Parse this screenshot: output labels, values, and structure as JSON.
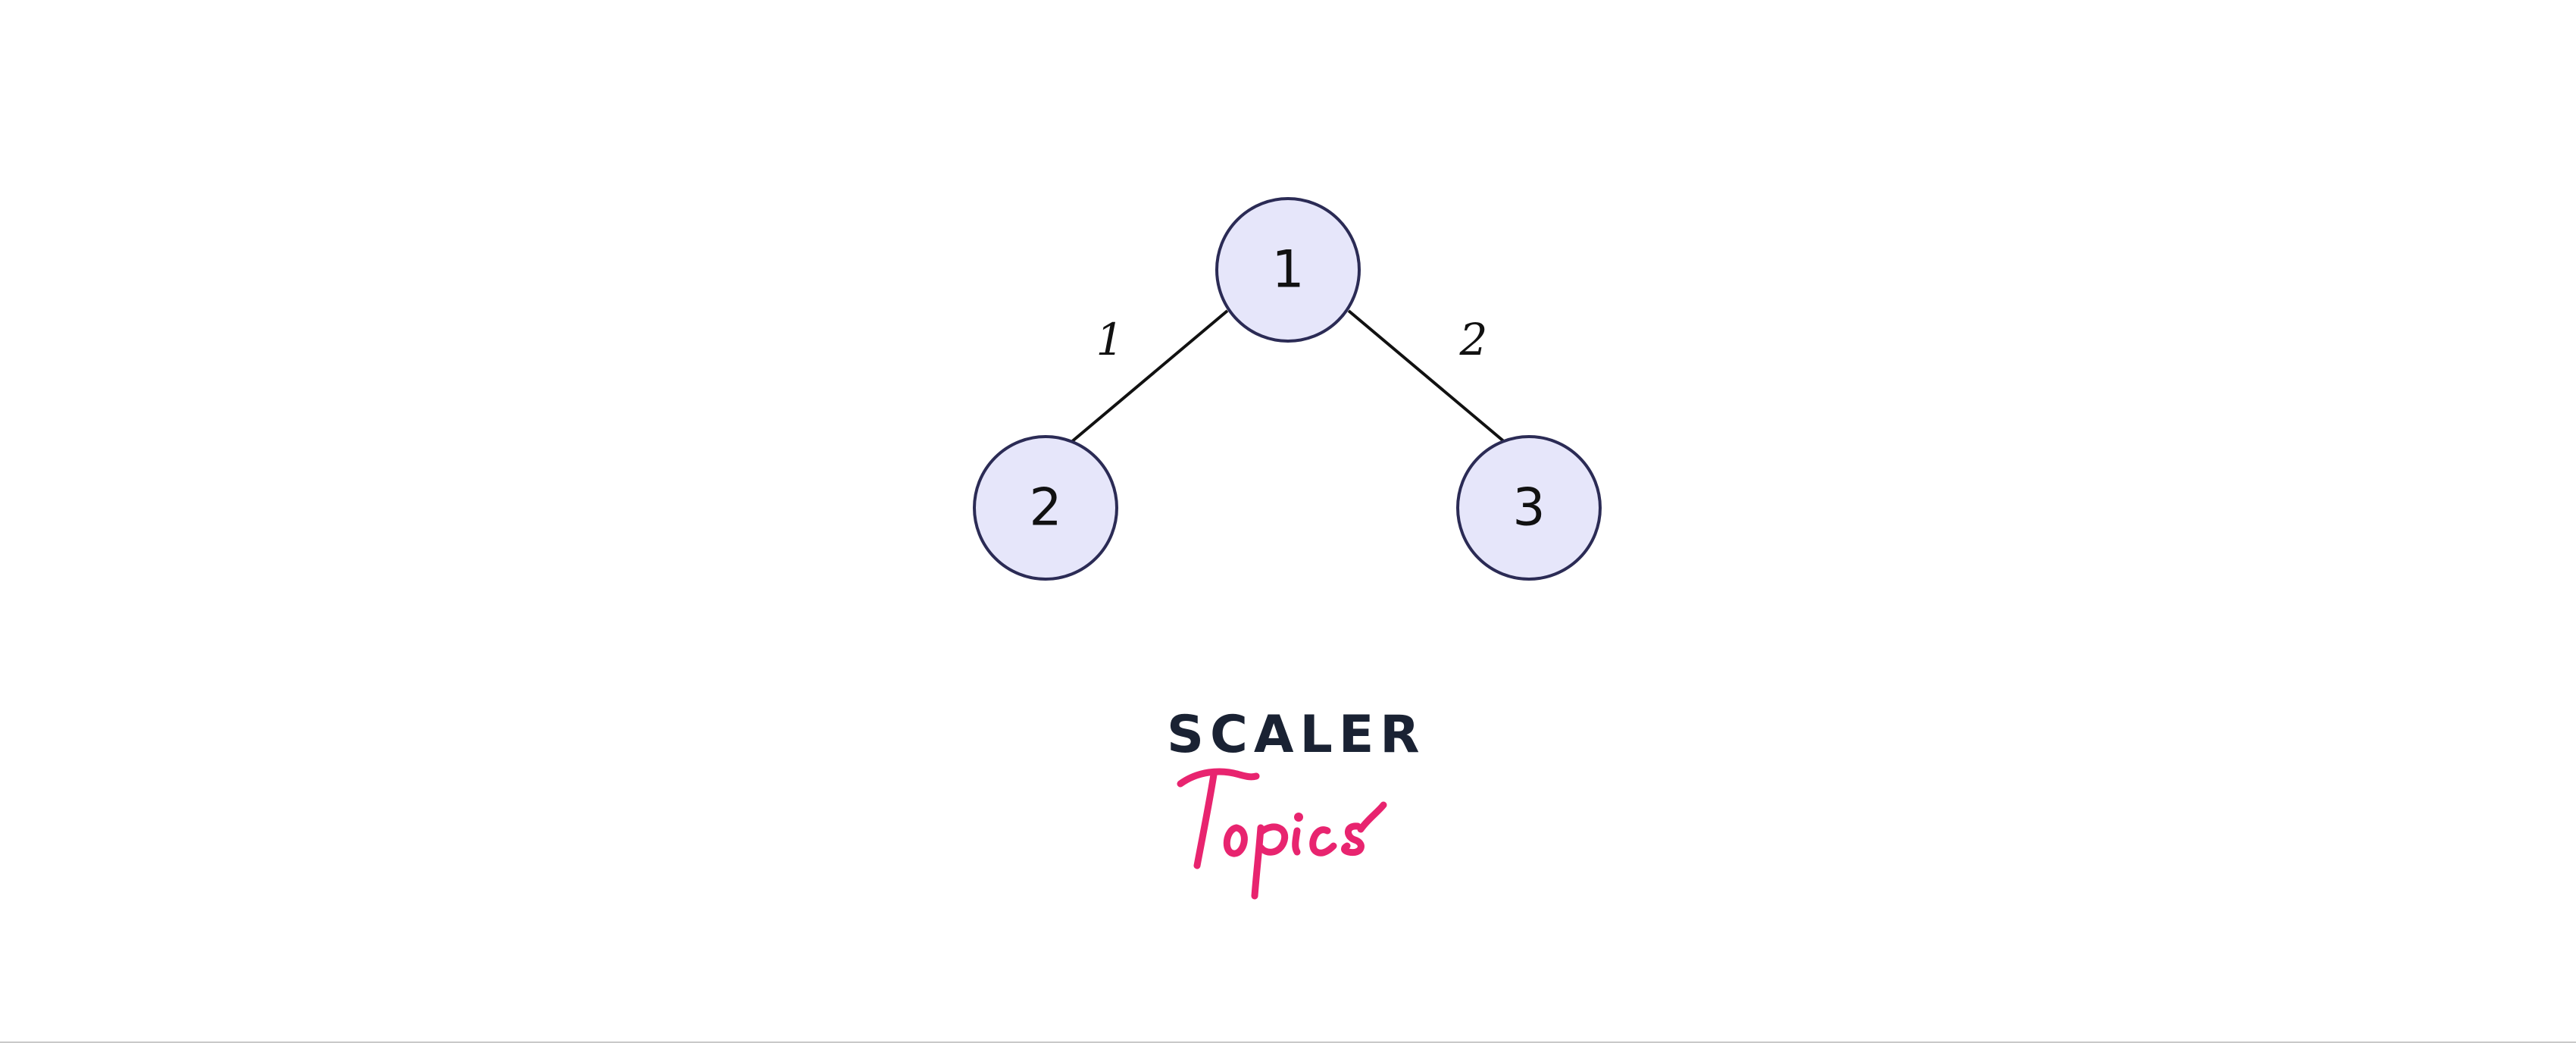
{
  "diagram": {
    "nodes": [
      {
        "id": "1",
        "label": "1"
      },
      {
        "id": "2",
        "label": "2"
      },
      {
        "id": "3",
        "label": "3"
      }
    ],
    "edges": [
      {
        "from": "1",
        "to": "2",
        "weight": "1"
      },
      {
        "from": "1",
        "to": "3",
        "weight": "2"
      }
    ]
  },
  "logo": {
    "brand_word": "SCALER",
    "script_word": "Topics",
    "brand_color": "#1a2233",
    "script_color": "#e8246f"
  },
  "colors": {
    "node_fill": "#e6e6fa",
    "node_stroke": "#2b2b55",
    "edge": "#111111"
  }
}
